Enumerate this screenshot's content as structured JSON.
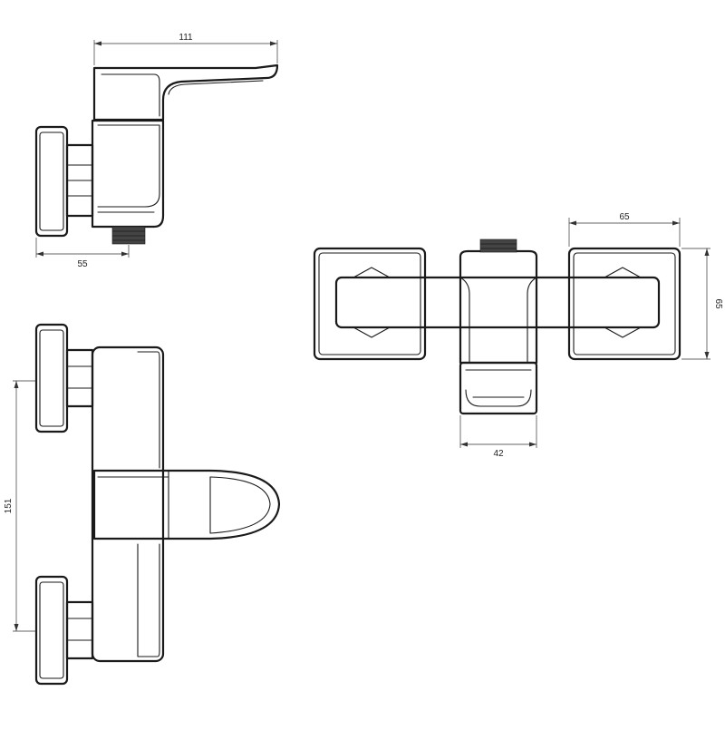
{
  "drawing": {
    "dimensions": {
      "side_overall_width": "111",
      "side_offset_depth": "55",
      "front_handle_spacing": "151",
      "top_knob_width": "65",
      "top_knob_depth": "65",
      "top_spout_width": "42"
    }
  }
}
